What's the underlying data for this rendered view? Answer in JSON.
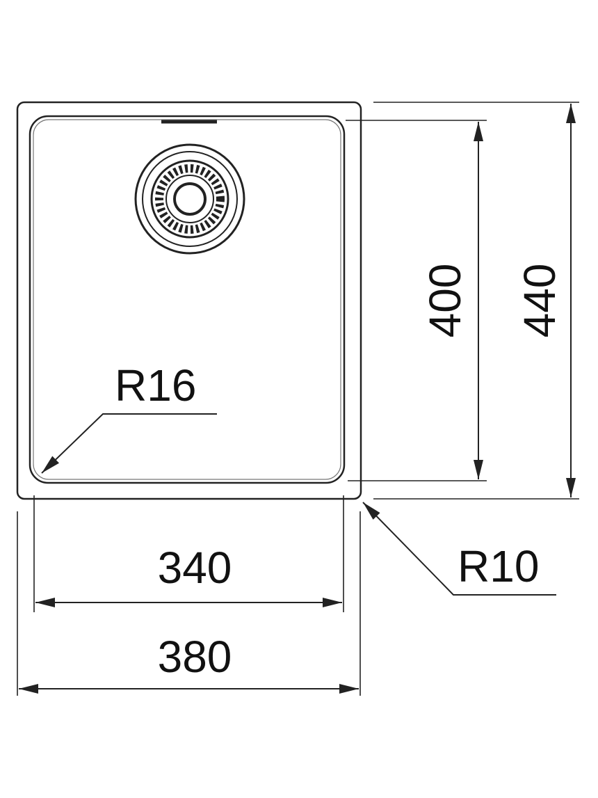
{
  "dimensions": {
    "inner_height": "400",
    "outer_height": "440",
    "inner_width": "340",
    "outer_width": "380",
    "inner_radius": "R16",
    "outer_radius": "R10"
  },
  "colors": {
    "line": "#222222",
    "background": "#ffffff"
  }
}
